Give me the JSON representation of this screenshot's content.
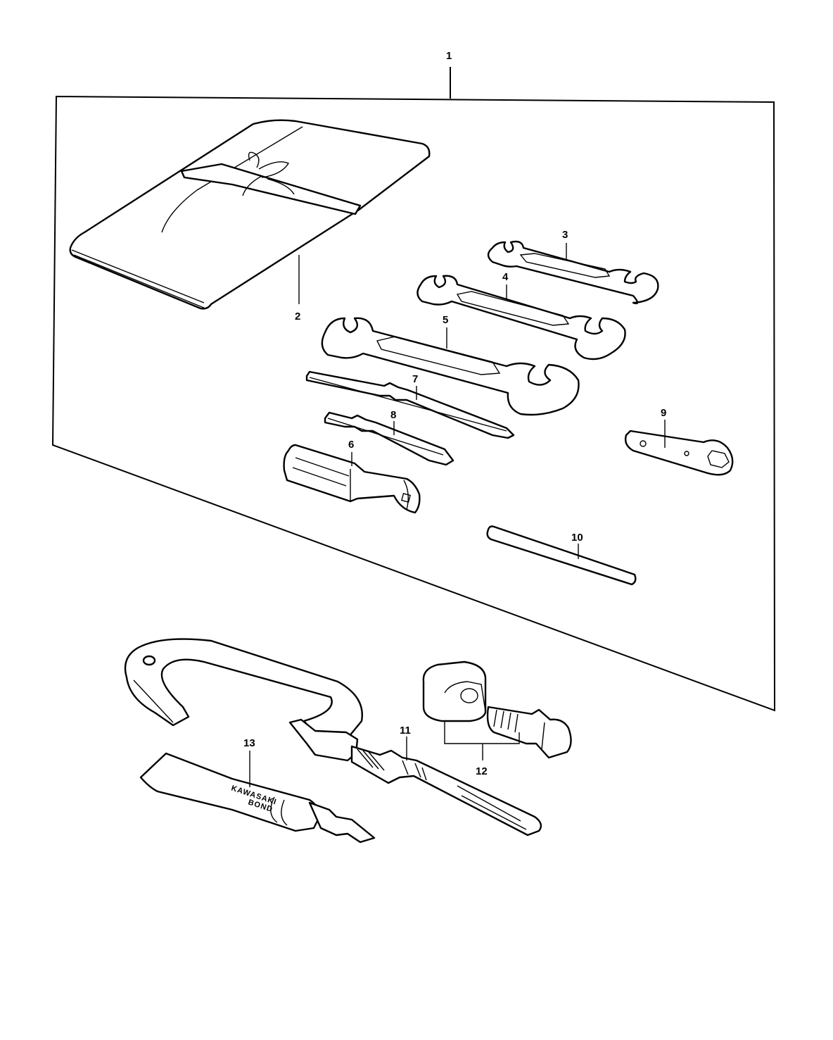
{
  "callouts": [
    {
      "id": "1",
      "label": "1"
    },
    {
      "id": "2",
      "label": "2"
    },
    {
      "id": "3",
      "label": "3"
    },
    {
      "id": "4",
      "label": "4"
    },
    {
      "id": "5",
      "label": "5"
    },
    {
      "id": "6",
      "label": "6"
    },
    {
      "id": "7",
      "label": "7"
    },
    {
      "id": "8",
      "label": "8"
    },
    {
      "id": "9",
      "label": "9"
    },
    {
      "id": "10",
      "label": "10"
    },
    {
      "id": "11",
      "label": "11"
    },
    {
      "id": "12",
      "label": "12"
    },
    {
      "id": "13",
      "label": "13"
    }
  ],
  "tube_text": {
    "line1": "KAWASAKI",
    "line2": "BOND"
  },
  "colors": {
    "ink": "#000000",
    "paper": "#ffffff"
  }
}
